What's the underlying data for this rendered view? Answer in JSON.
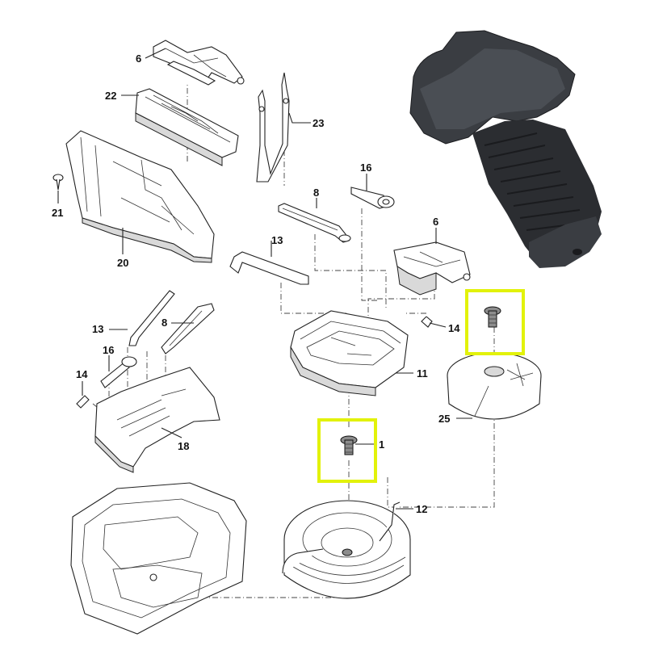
{
  "diagram": {
    "labels": {
      "l6a": "6",
      "l22": "22",
      "l23": "23",
      "l21": "21",
      "l20": "20",
      "l16a": "16",
      "l8a": "8",
      "l13a": "13",
      "l6b": "6",
      "l14a": "14",
      "l11": "11",
      "l25": "25",
      "l13b": "13",
      "l8b": "8",
      "l16b": "16",
      "l14b": "14",
      "l18": "18",
      "l1": "1",
      "l12": "12"
    },
    "highlight_color": "#e2f20a"
  }
}
